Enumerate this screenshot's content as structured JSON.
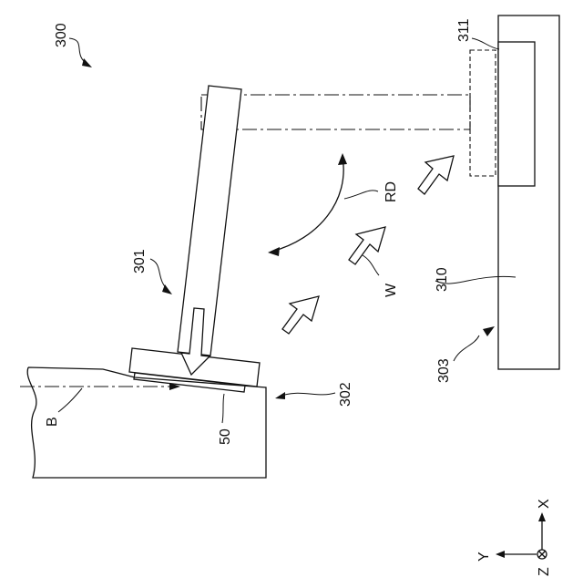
{
  "labels": {
    "fig": "300",
    "arm": "301",
    "stage": "302",
    "station": "303",
    "body": "310",
    "holder": "311",
    "rotation": "RD",
    "movement": "W",
    "beam": "B",
    "workpiece": "50"
  },
  "axes": {
    "x": "X",
    "y": "Y",
    "z": "Z"
  }
}
